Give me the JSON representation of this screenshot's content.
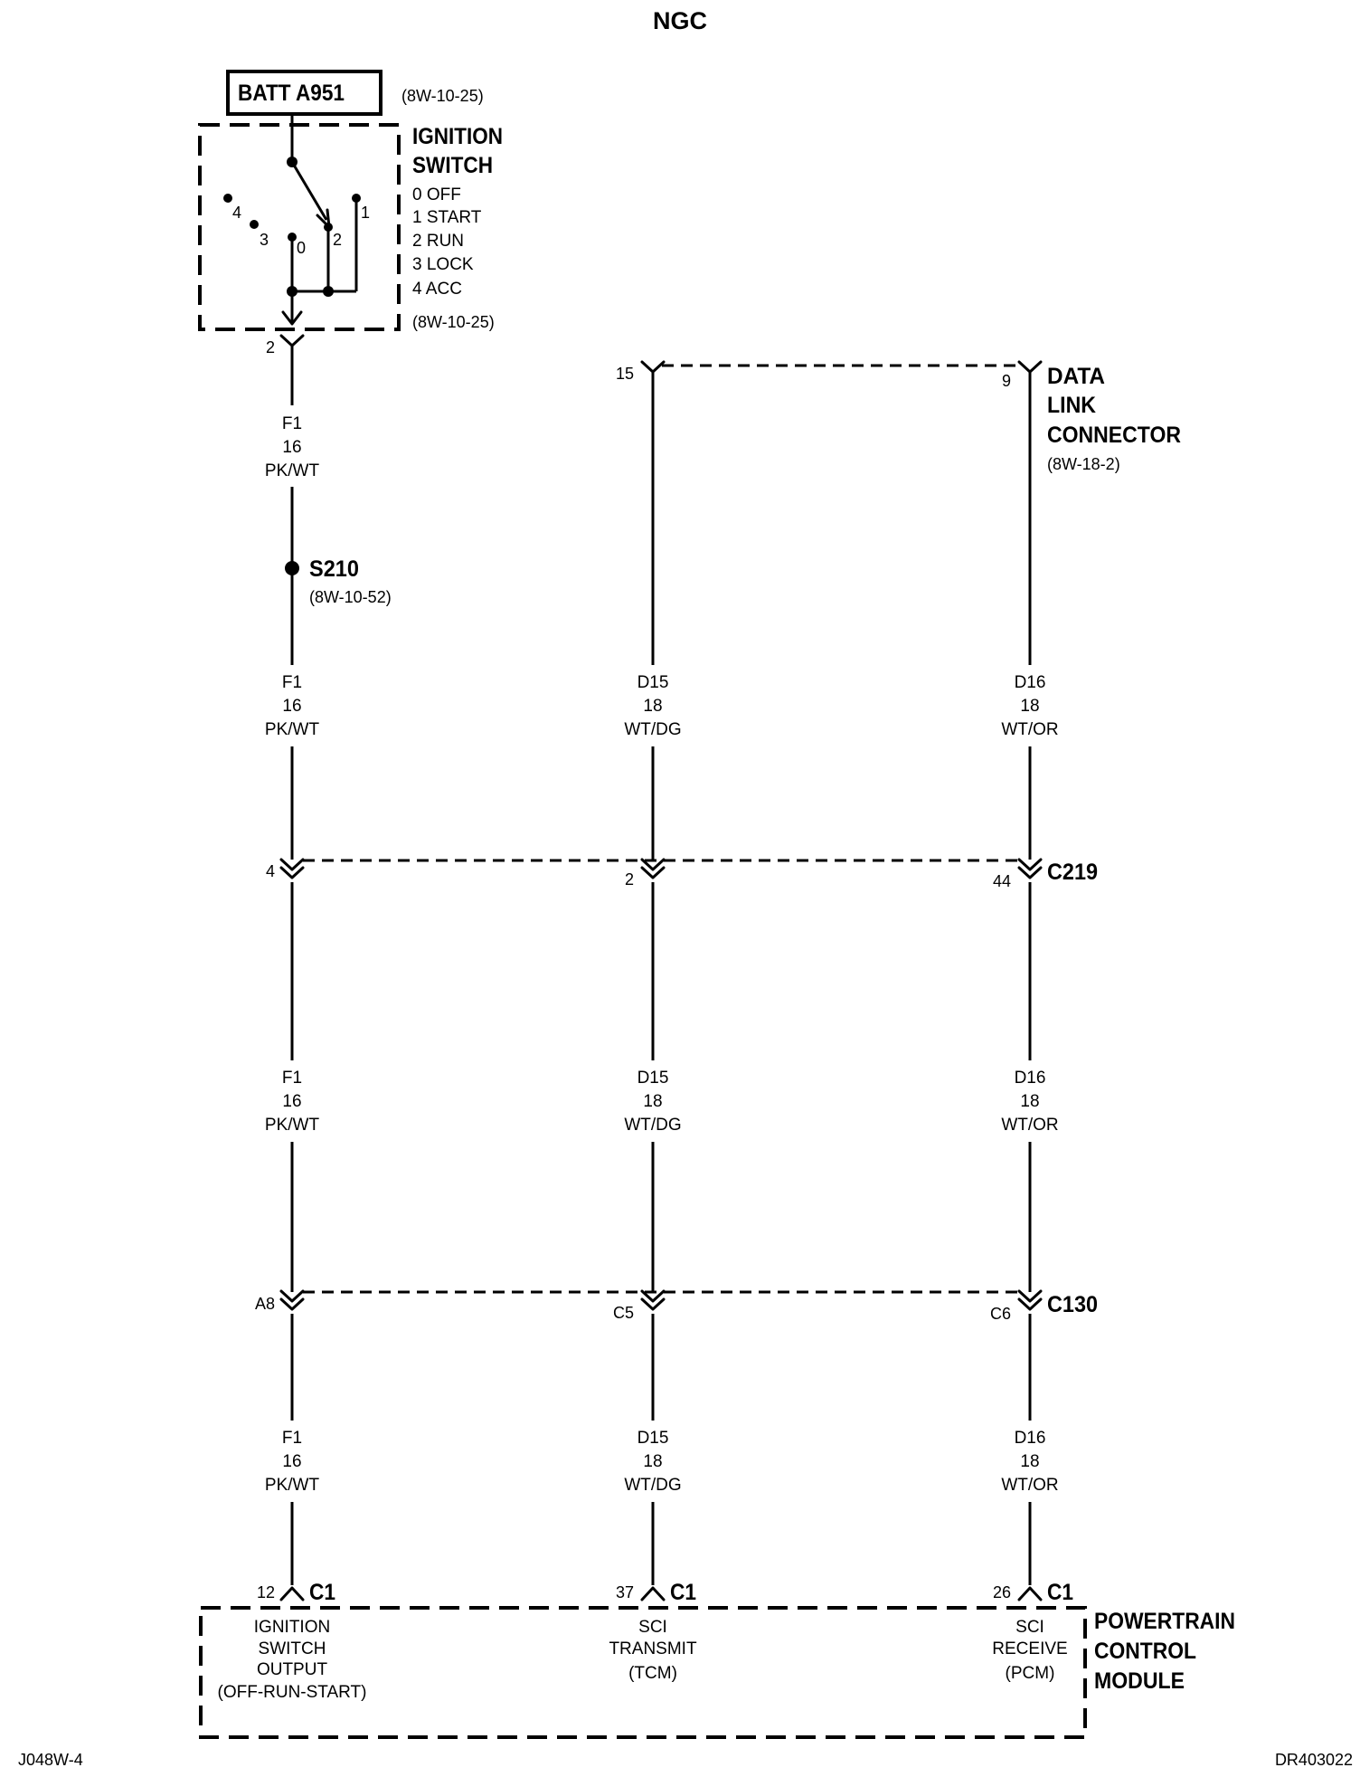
{
  "title": "NGC",
  "footer": {
    "left": "J048W-4",
    "right": "DR403022"
  },
  "batt": {
    "label": "BATT A951",
    "ref": "(8W-10-25)"
  },
  "ignition_switch": {
    "title_lines": [
      "IGNITION",
      "SWITCH"
    ],
    "positions": [
      "0 OFF",
      "1 START",
      "2 RUN",
      "3 LOCK",
      "4 ACC"
    ],
    "ref": "(8W-10-25)",
    "terminal_numbers": [
      "4",
      "3",
      "0",
      "2",
      "1"
    ],
    "output_pin": "2"
  },
  "splice": {
    "label": "S210",
    "ref": "(8W-10-52)"
  },
  "data_link_connector": {
    "title_lines": [
      "DATA",
      "LINK",
      "CONNECTOR"
    ],
    "ref": "(8W-18-2)",
    "pin_left": "15",
    "pin_right": "9"
  },
  "wires": {
    "f1": {
      "circuit": "F1",
      "gauge": "16",
      "color": "PK/WT"
    },
    "d15": {
      "circuit": "D15",
      "gauge": "18",
      "color": "WT/DG"
    },
    "d16": {
      "circuit": "D16",
      "gauge": "18",
      "color": "WT/OR"
    }
  },
  "connectors": {
    "c219": {
      "label": "C219",
      "pins": [
        "4",
        "2",
        "44"
      ]
    },
    "c130": {
      "label": "C130",
      "pins": [
        "A8",
        "C5",
        "C6"
      ]
    }
  },
  "pcm": {
    "title_lines": [
      "POWERTRAIN",
      "CONTROL",
      "MODULE"
    ],
    "connector_label": "C1",
    "pins": [
      "12",
      "37",
      "26"
    ],
    "functions": [
      [
        "IGNITION",
        "SWITCH",
        "OUTPUT",
        "(OFF-RUN-START)"
      ],
      [
        "SCI",
        "TRANSMIT",
        "(TCM)"
      ],
      [
        "SCI",
        "RECEIVE",
        "(PCM)"
      ]
    ]
  }
}
